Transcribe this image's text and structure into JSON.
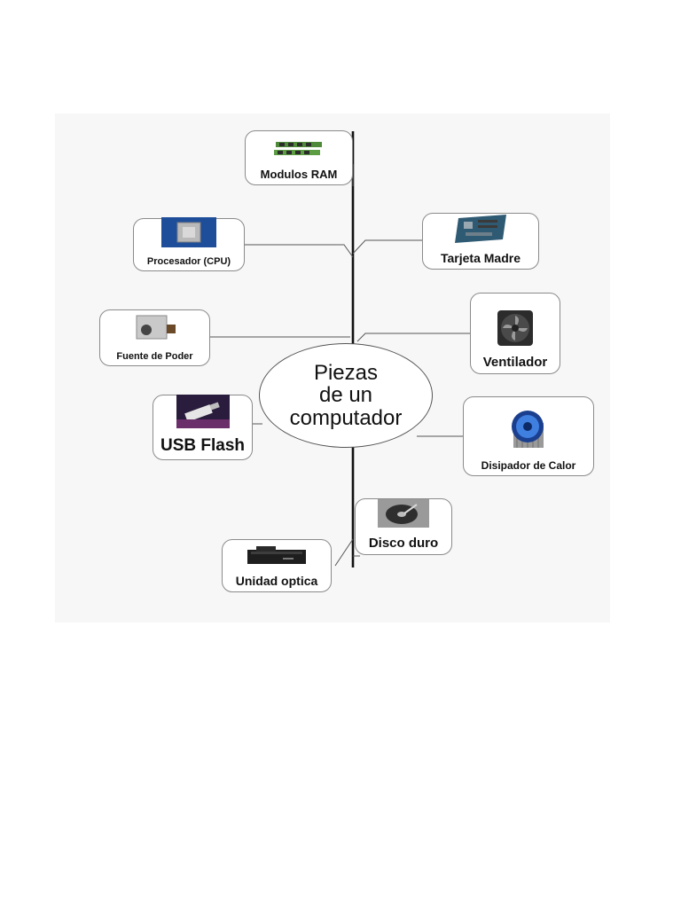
{
  "diagram": {
    "center_title": "Piezas\nde un\ncomputador",
    "nodes": [
      {
        "id": "ram",
        "label": "Modulos RAM",
        "icon": "ram-module-icon"
      },
      {
        "id": "cpu",
        "label": "Procesador (CPU)",
        "icon": "cpu-chip-icon"
      },
      {
        "id": "mb",
        "label": "Tarjeta Madre",
        "icon": "motherboard-icon"
      },
      {
        "id": "psu",
        "label": "Fuente de Poder",
        "icon": "power-supply-icon"
      },
      {
        "id": "fan",
        "label": "Ventilador",
        "icon": "fan-icon"
      },
      {
        "id": "usb",
        "label": "USB Flash",
        "icon": "usb-flash-icon"
      },
      {
        "id": "heatsink",
        "label": "Disipador de Calor",
        "icon": "heatsink-icon"
      },
      {
        "id": "hdd",
        "label": "Disco duro",
        "icon": "hard-disk-icon"
      },
      {
        "id": "optical",
        "label": "Unidad optica",
        "icon": "optical-drive-icon"
      }
    ]
  }
}
